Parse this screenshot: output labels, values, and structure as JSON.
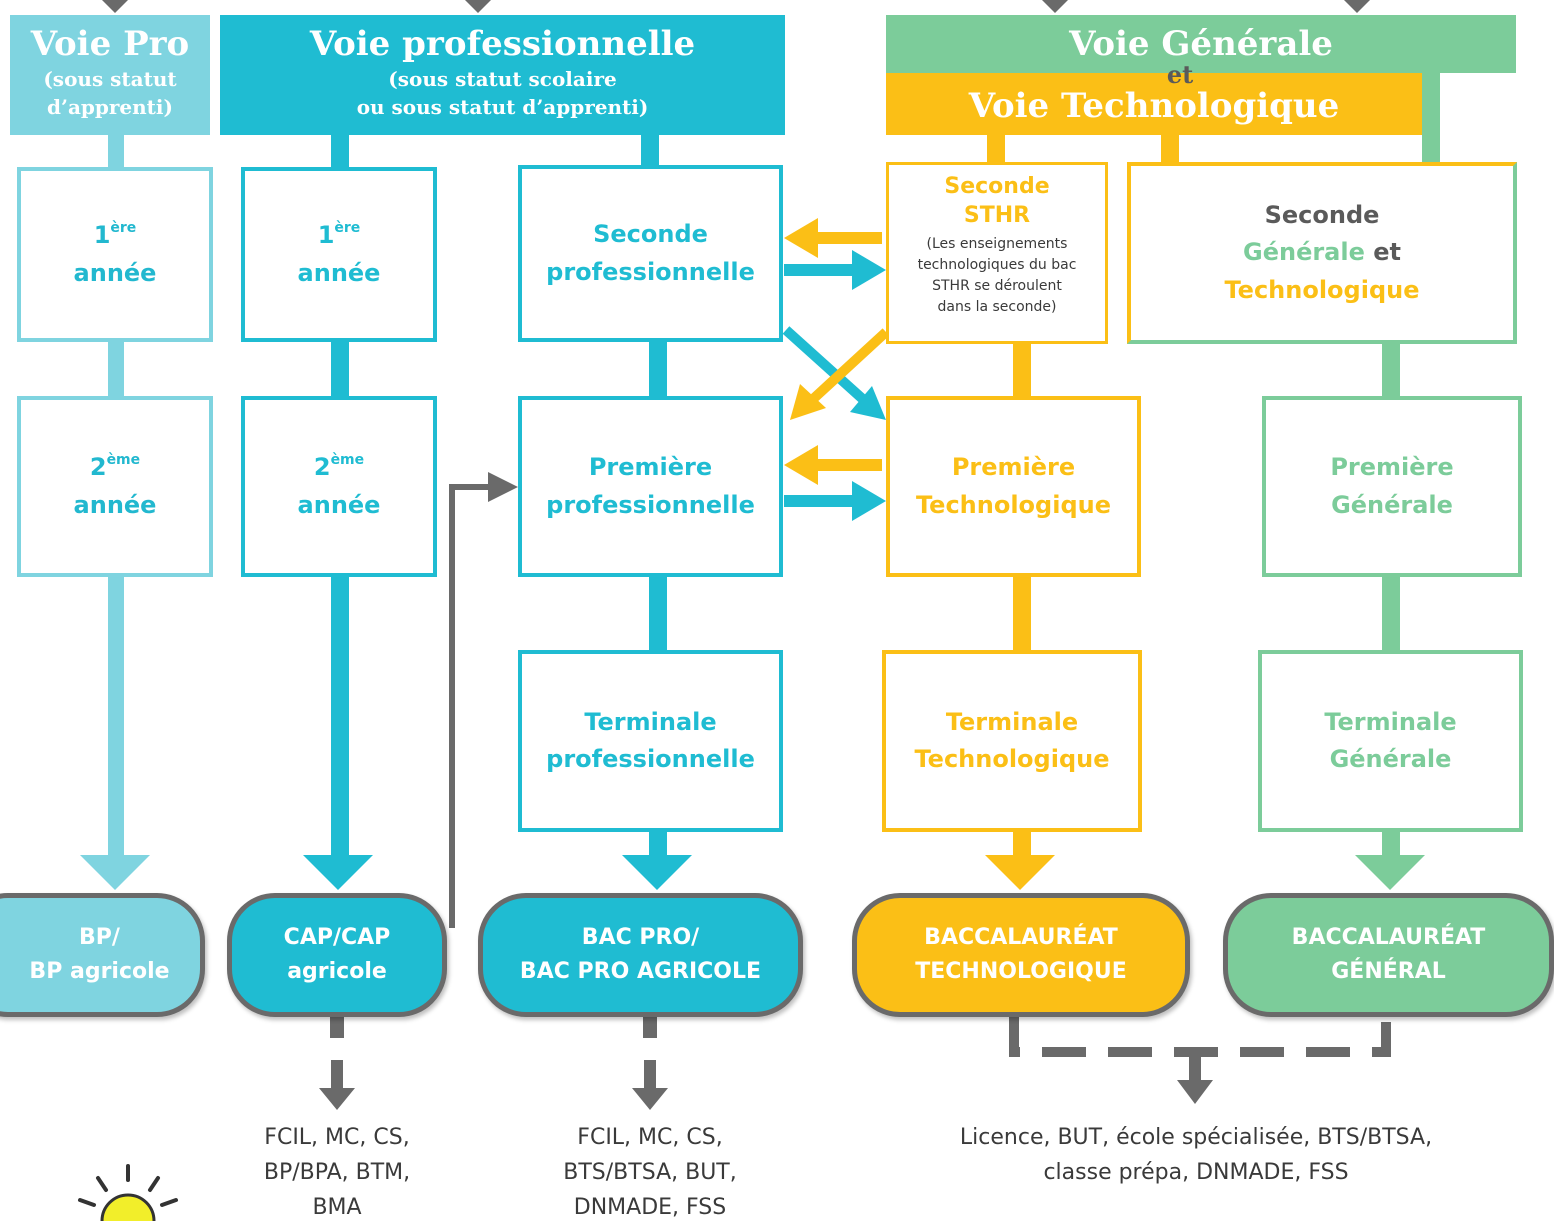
{
  "colors": {
    "light_turquoise": "#7fd4e0",
    "turquoise": "#1fbcd2",
    "yellow": "#fbbf16",
    "green": "#7ccc9a",
    "grey": "#6a6a6a",
    "dark_text": "#4a4a4a"
  },
  "headers": {
    "voie_pro_apprenti": {
      "title": "Voie Pro",
      "subtitle": [
        "(sous statut",
        "d’apprenti)"
      ]
    },
    "voie_professionnelle": {
      "title": "Voie professionnelle",
      "subtitle": [
        "(sous statut scolaire",
        "ou sous statut d’apprenti)"
      ]
    },
    "voie_generale": {
      "title": "Voie Générale"
    },
    "et": "et",
    "voie_technologique": {
      "title": "Voie Technologique"
    }
  },
  "boxes": {
    "bp_year1": {
      "number": "1",
      "sup": "ère",
      "word": "année"
    },
    "bp_year2": {
      "number": "2",
      "sup": "ème",
      "word": "année"
    },
    "cap_year1": {
      "number": "1",
      "sup": "ère",
      "word": "année"
    },
    "cap_year2": {
      "number": "2",
      "sup": "ème",
      "word": "année"
    },
    "seconde_pro": [
      "Seconde",
      "professionnelle"
    ],
    "premiere_pro": [
      "Première",
      "professionnelle"
    ],
    "terminale_pro": [
      "Terminale",
      "professionnelle"
    ],
    "seconde_sthr": {
      "title": [
        "Seconde",
        "STHR"
      ],
      "note": [
        "(Les enseignements",
        "technologiques du bac",
        "STHR se déroulent",
        "dans la seconde)"
      ]
    },
    "seconde_gt": {
      "line1": "Seconde",
      "generale": "Générale",
      "et": "et",
      "technologique": "Technologique"
    },
    "premiere_techno": [
      "Première",
      "Technologique"
    ],
    "terminale_techno": [
      "Terminale",
      "Technologique"
    ],
    "premiere_gen": [
      "Première",
      "Générale"
    ],
    "terminale_gen": [
      "Terminale",
      "Générale"
    ]
  },
  "diplomas": {
    "bp": [
      "BP/",
      "BP agricole"
    ],
    "cap": [
      "CAP/CAP",
      "agricole"
    ],
    "bac_pro": [
      "BAC PRO/",
      "BAC PRO AGRICOLE"
    ],
    "bac_techno": [
      "BACCALAURÉAT",
      "TECHNOLOGIQUE"
    ],
    "bac_gen": [
      "BACCALAURÉAT",
      "GÉNÉRAL"
    ]
  },
  "outcomes": {
    "cap": [
      "FCIL, MC, CS,",
      "BP/BPA, BTM,",
      "BMA"
    ],
    "bac_pro": [
      "FCIL, MC, CS,",
      "BTS/BTSA, BUT,",
      "DNMADE, FSS"
    ],
    "bac_gt": [
      "Licence, BUT, école spécialisée, BTS/BTSA,",
      "classe prépa, DNMADE, FSS"
    ]
  },
  "icons": {
    "tip": "lightbulb-icon"
  }
}
